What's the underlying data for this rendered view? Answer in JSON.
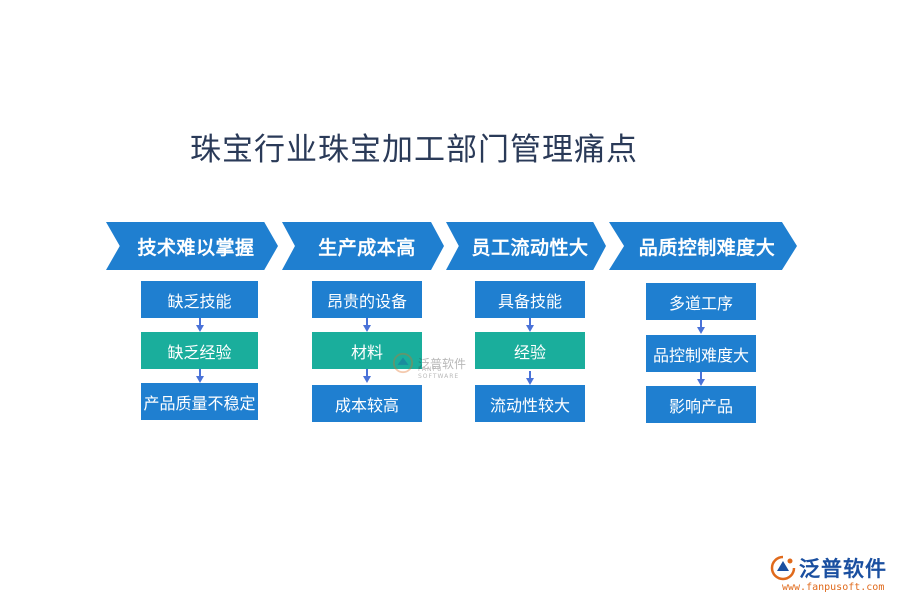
{
  "title": "珠宝行业珠宝加工部门管理痛点",
  "columns": [
    {
      "header": "技术难以掌握",
      "items": [
        {
          "label": "缺乏技能",
          "style": "blue"
        },
        {
          "label": "缺乏经验",
          "style": "teal"
        },
        {
          "label": "产品质量不稳定",
          "style": "blue"
        }
      ]
    },
    {
      "header": "生产成本高",
      "items": [
        {
          "label": "昂贵的设备",
          "style": "blue"
        },
        {
          "label": "材料",
          "style": "teal"
        },
        {
          "label": "成本较高",
          "style": "blue"
        }
      ]
    },
    {
      "header": "员工流动性大",
      "items": [
        {
          "label": "具备技能",
          "style": "blue"
        },
        {
          "label": "经验",
          "style": "teal"
        },
        {
          "label": "流动性较大",
          "style": "blue"
        }
      ]
    },
    {
      "header": "品质控制难度大",
      "items": [
        {
          "label": "多道工序",
          "style": "blue"
        },
        {
          "label": "品控制难度大",
          "style": "blue"
        },
        {
          "label": "影响产品",
          "style": "blue"
        }
      ]
    }
  ],
  "watermark": {
    "text": "泛普软件",
    "sub": "FANPU SOFTWARE"
  },
  "brand": {
    "name": "泛普软件",
    "url": "www.fanpusoft.com"
  },
  "colors": {
    "blue": "#1f7fd0",
    "teal": "#1aae9c",
    "arrow": "#4a72d8",
    "title": "#2a3a58"
  }
}
